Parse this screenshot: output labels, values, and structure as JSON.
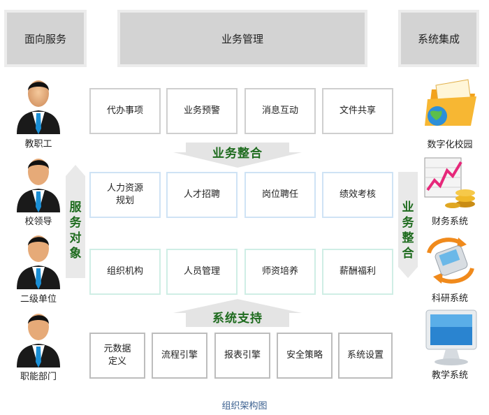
{
  "header": {
    "left": "面向服务",
    "center": "业务管理",
    "right": "系统集成"
  },
  "rows": {
    "row1": [
      "代办事项",
      "业务预警",
      "消息互动",
      "文件共享"
    ],
    "row2": [
      "人力资源\n规划",
      "人才招聘",
      "岗位聘任",
      "绩效考核"
    ],
    "row3": [
      "组织机构",
      "人员管理",
      "师资培养",
      "薪酬福利"
    ],
    "row4": [
      "元数据\n定义",
      "流程引擎",
      "报表引擎",
      "安全策略",
      "系统设置"
    ]
  },
  "arrows": {
    "integration": "业务整合",
    "support": "系统支持",
    "service_object": "服务对象",
    "business_integration_right": "业务整合"
  },
  "people": [
    "教职工",
    "校领导",
    "二级单位",
    "职能部门"
  ],
  "systems": [
    "数字化校园",
    "财务系统",
    "科研系统",
    "教学系统"
  ],
  "caption": "组织架构图",
  "colors": {
    "accent_green": "#1e6b1e",
    "header_fill": "#d3d3d3",
    "arrow_fill": "#e4e4e4"
  }
}
